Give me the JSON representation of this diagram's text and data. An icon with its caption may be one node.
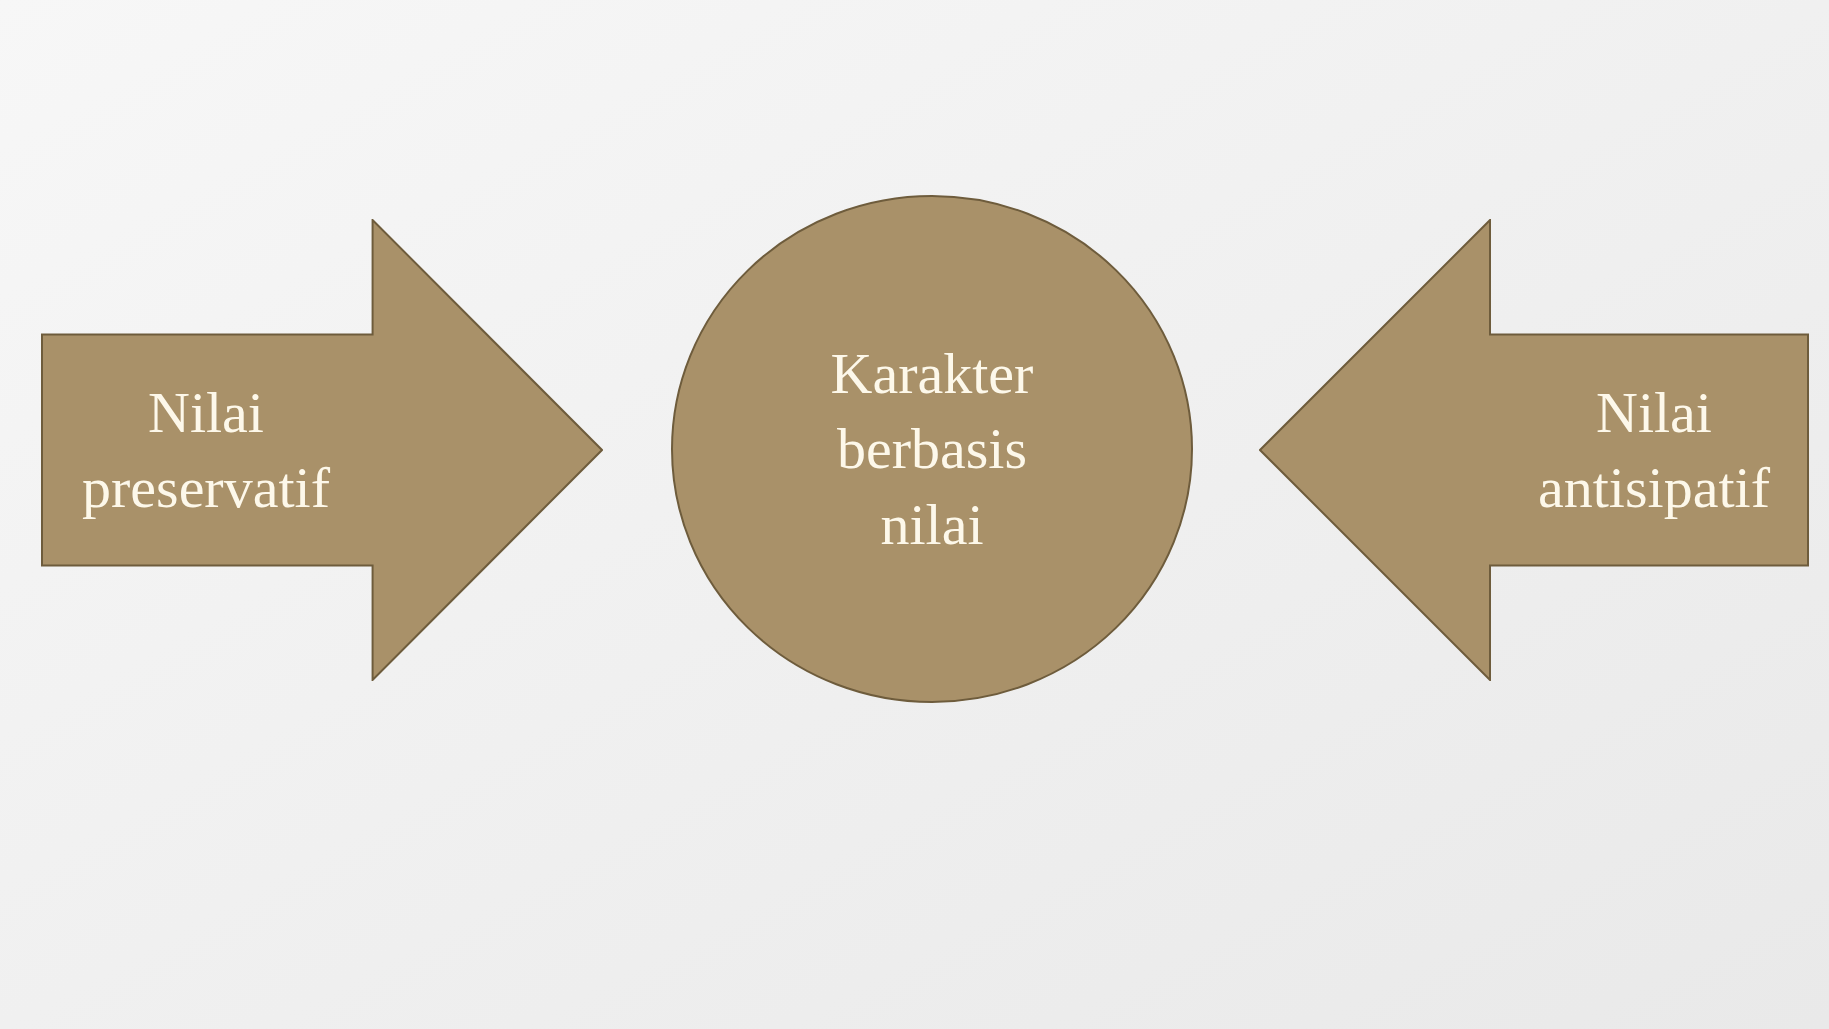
{
  "diagram": {
    "nodes": [
      {
        "text": [
          "Nilai preservatif"
        ]
      },
      {
        "text": [
          "Karakter berbasis nilai"
        ]
      },
      {
        "text": [
          "Nilai antisipatif"
        ]
      }
    ]
  }
}
